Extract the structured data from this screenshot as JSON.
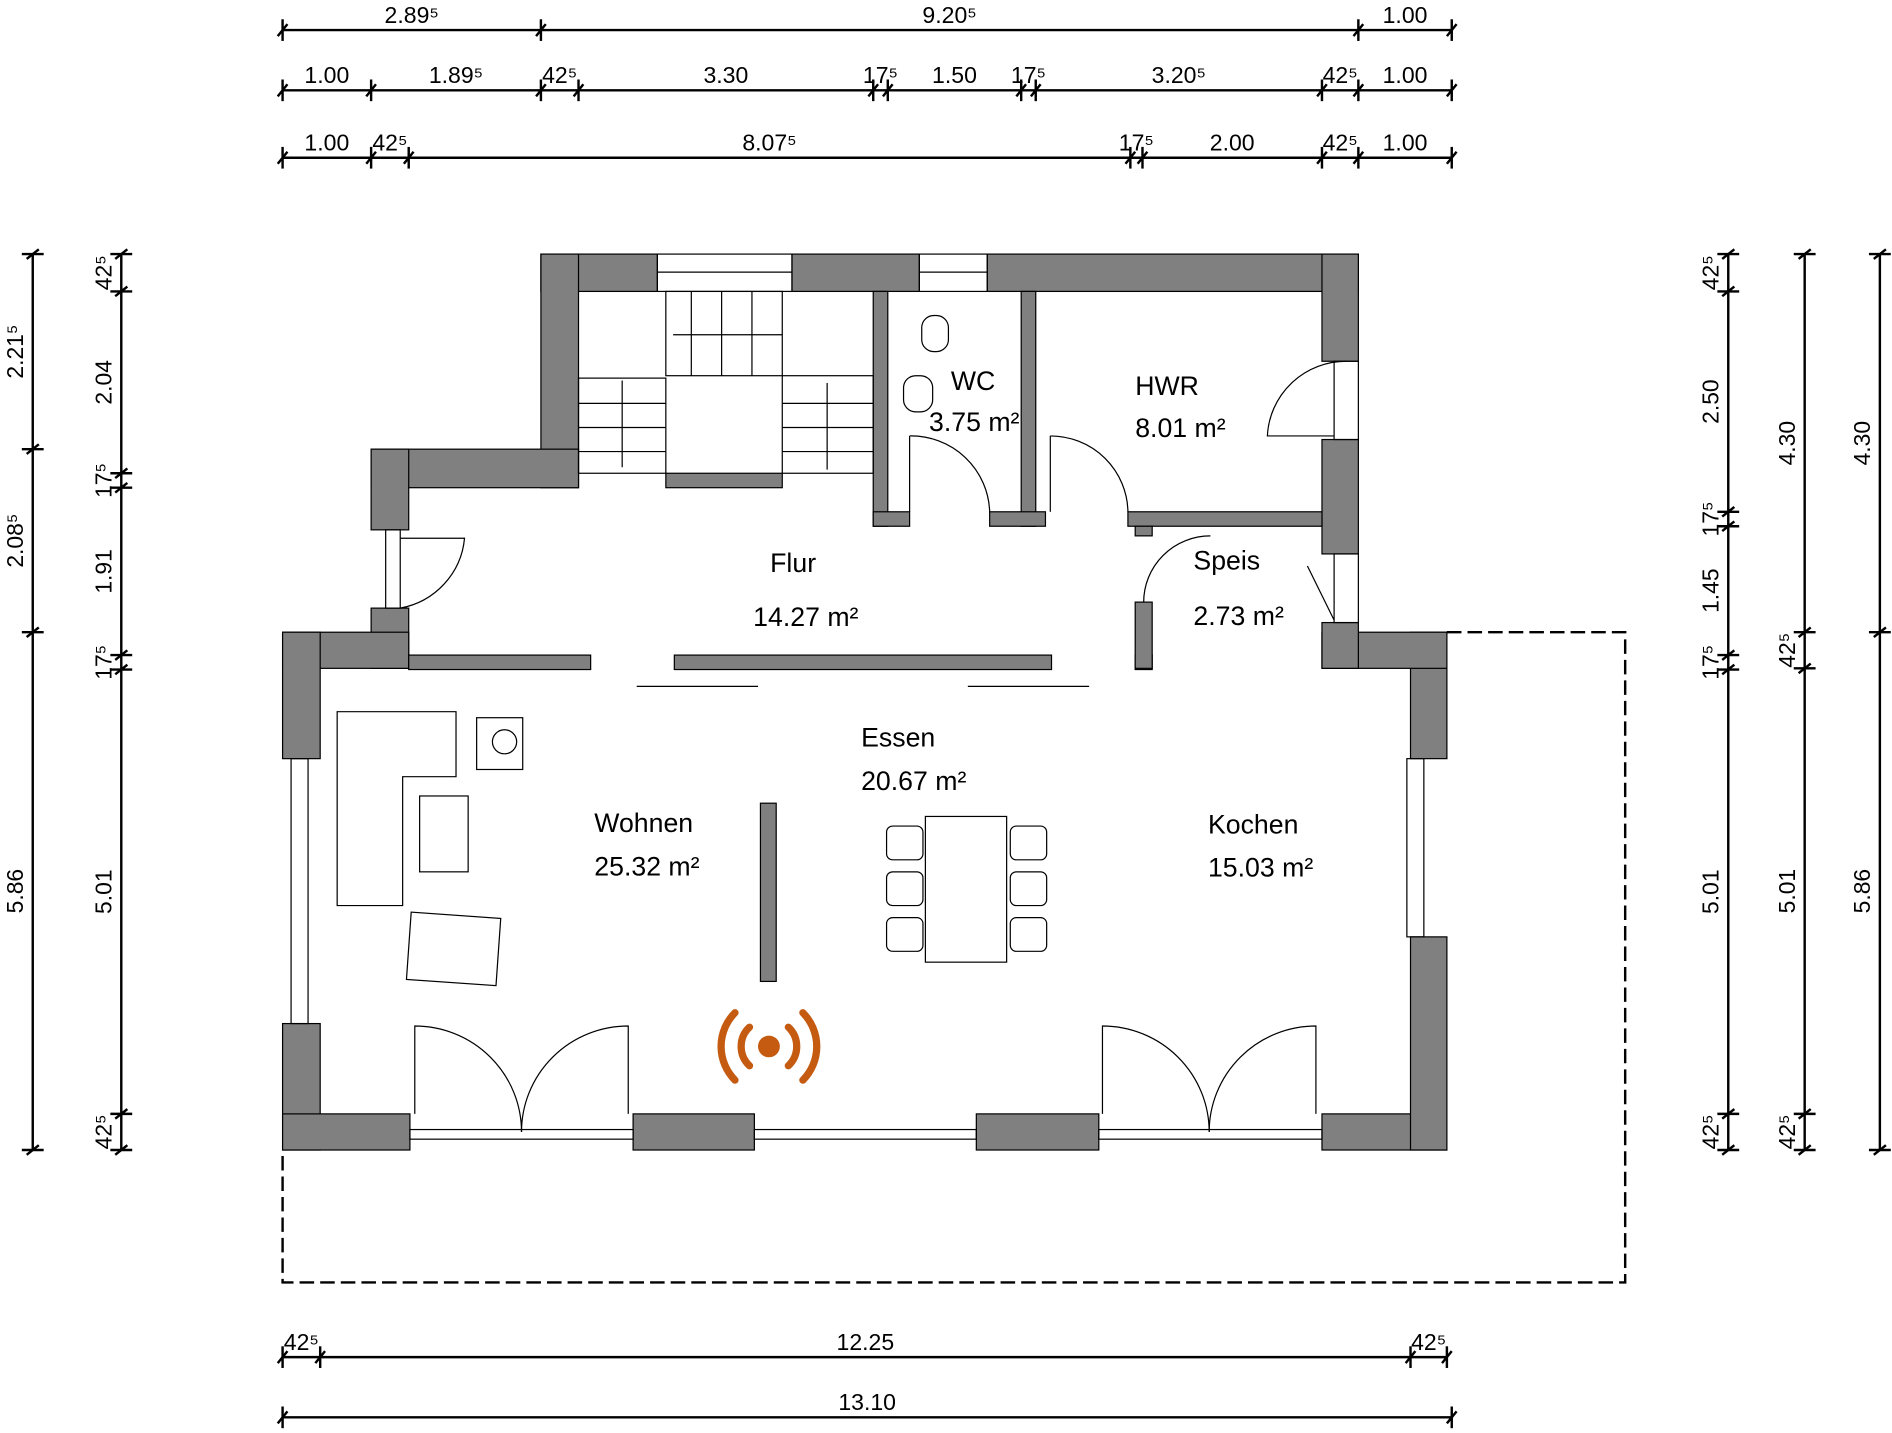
{
  "plan": {
    "rooms": [
      {
        "name": "WC",
        "area": "3.75 m²"
      },
      {
        "name": "HWR",
        "area": "8.01 m²"
      },
      {
        "name": "Flur",
        "area": "14.27 m²"
      },
      {
        "name": "Speis",
        "area": "2.73 m²"
      },
      {
        "name": "Essen",
        "area": "20.67 m²"
      },
      {
        "name": "Wohnen",
        "area": "25.32 m²"
      },
      {
        "name": "Kochen",
        "area": "15.03 m²"
      }
    ],
    "router_icon": "wifi-router-icon",
    "accent_color": "#c55a11"
  },
  "dimensions": {
    "top_row1": [
      "2.89⁵",
      "9.20⁵",
      "1.00"
    ],
    "top_row2": [
      "1.00",
      "1.89⁵",
      "42⁵",
      "3.30",
      "17⁵",
      "1.50",
      "17⁵",
      "3.20⁵",
      "42⁵",
      "1.00"
    ],
    "top_row3": [
      "1.00",
      "42⁵",
      "8.07⁵",
      "17⁵",
      "2.00",
      "42⁵",
      "1.00"
    ],
    "bottom_row1": [
      "42⁵",
      "12.25",
      "42⁵"
    ],
    "bottom_row2": [
      "13.10"
    ],
    "left_col1": [
      "2.21⁵",
      "2.08⁵",
      "5.86"
    ],
    "left_col2": [
      "42⁵",
      "2.04",
      "17⁵",
      "1.91",
      "17⁵",
      "5.01",
      "42⁵"
    ],
    "right_col1": [
      "42⁵",
      "2.50",
      "17⁵",
      "1.45",
      "17⁵",
      "5.01",
      "42⁵"
    ],
    "right_col2": [
      "4.30",
      "42⁵",
      "5.01",
      "42⁵"
    ],
    "right_col3": [
      "4.30",
      "5.86"
    ]
  }
}
